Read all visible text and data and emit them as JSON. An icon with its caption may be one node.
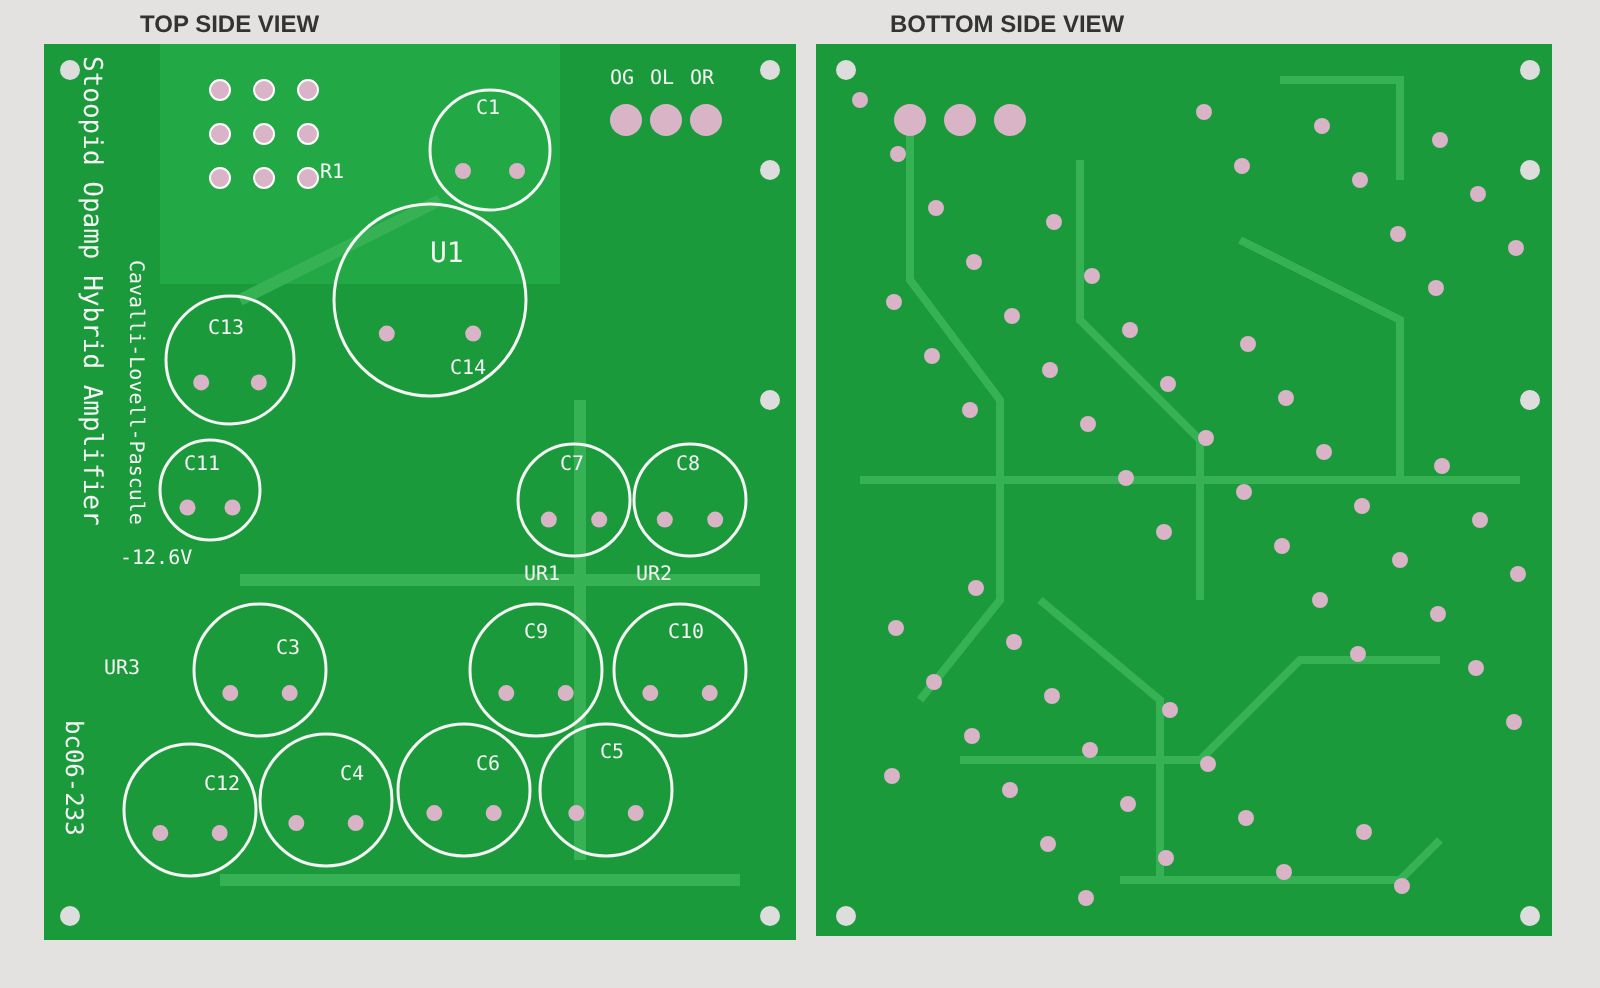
{
  "diagram": {
    "labels": [
      "TOP SIDE VIEW",
      "BOTTOM SIDE VIEW",
      "Stoopid Opamp Hybrid Amplifier",
      "Cavalli-Lovell-Pascule",
      "bc06-233",
      "R1",
      "U1",
      "C1",
      "C13",
      "C11",
      "C3",
      "C12",
      "C4",
      "C6",
      "C5",
      "C9",
      "C10",
      "C7",
      "C8",
      "C14",
      "UR1",
      "UR2",
      "UR3",
      "OG",
      "OL",
      "OR",
      "-12.6V"
    ]
  }
}
